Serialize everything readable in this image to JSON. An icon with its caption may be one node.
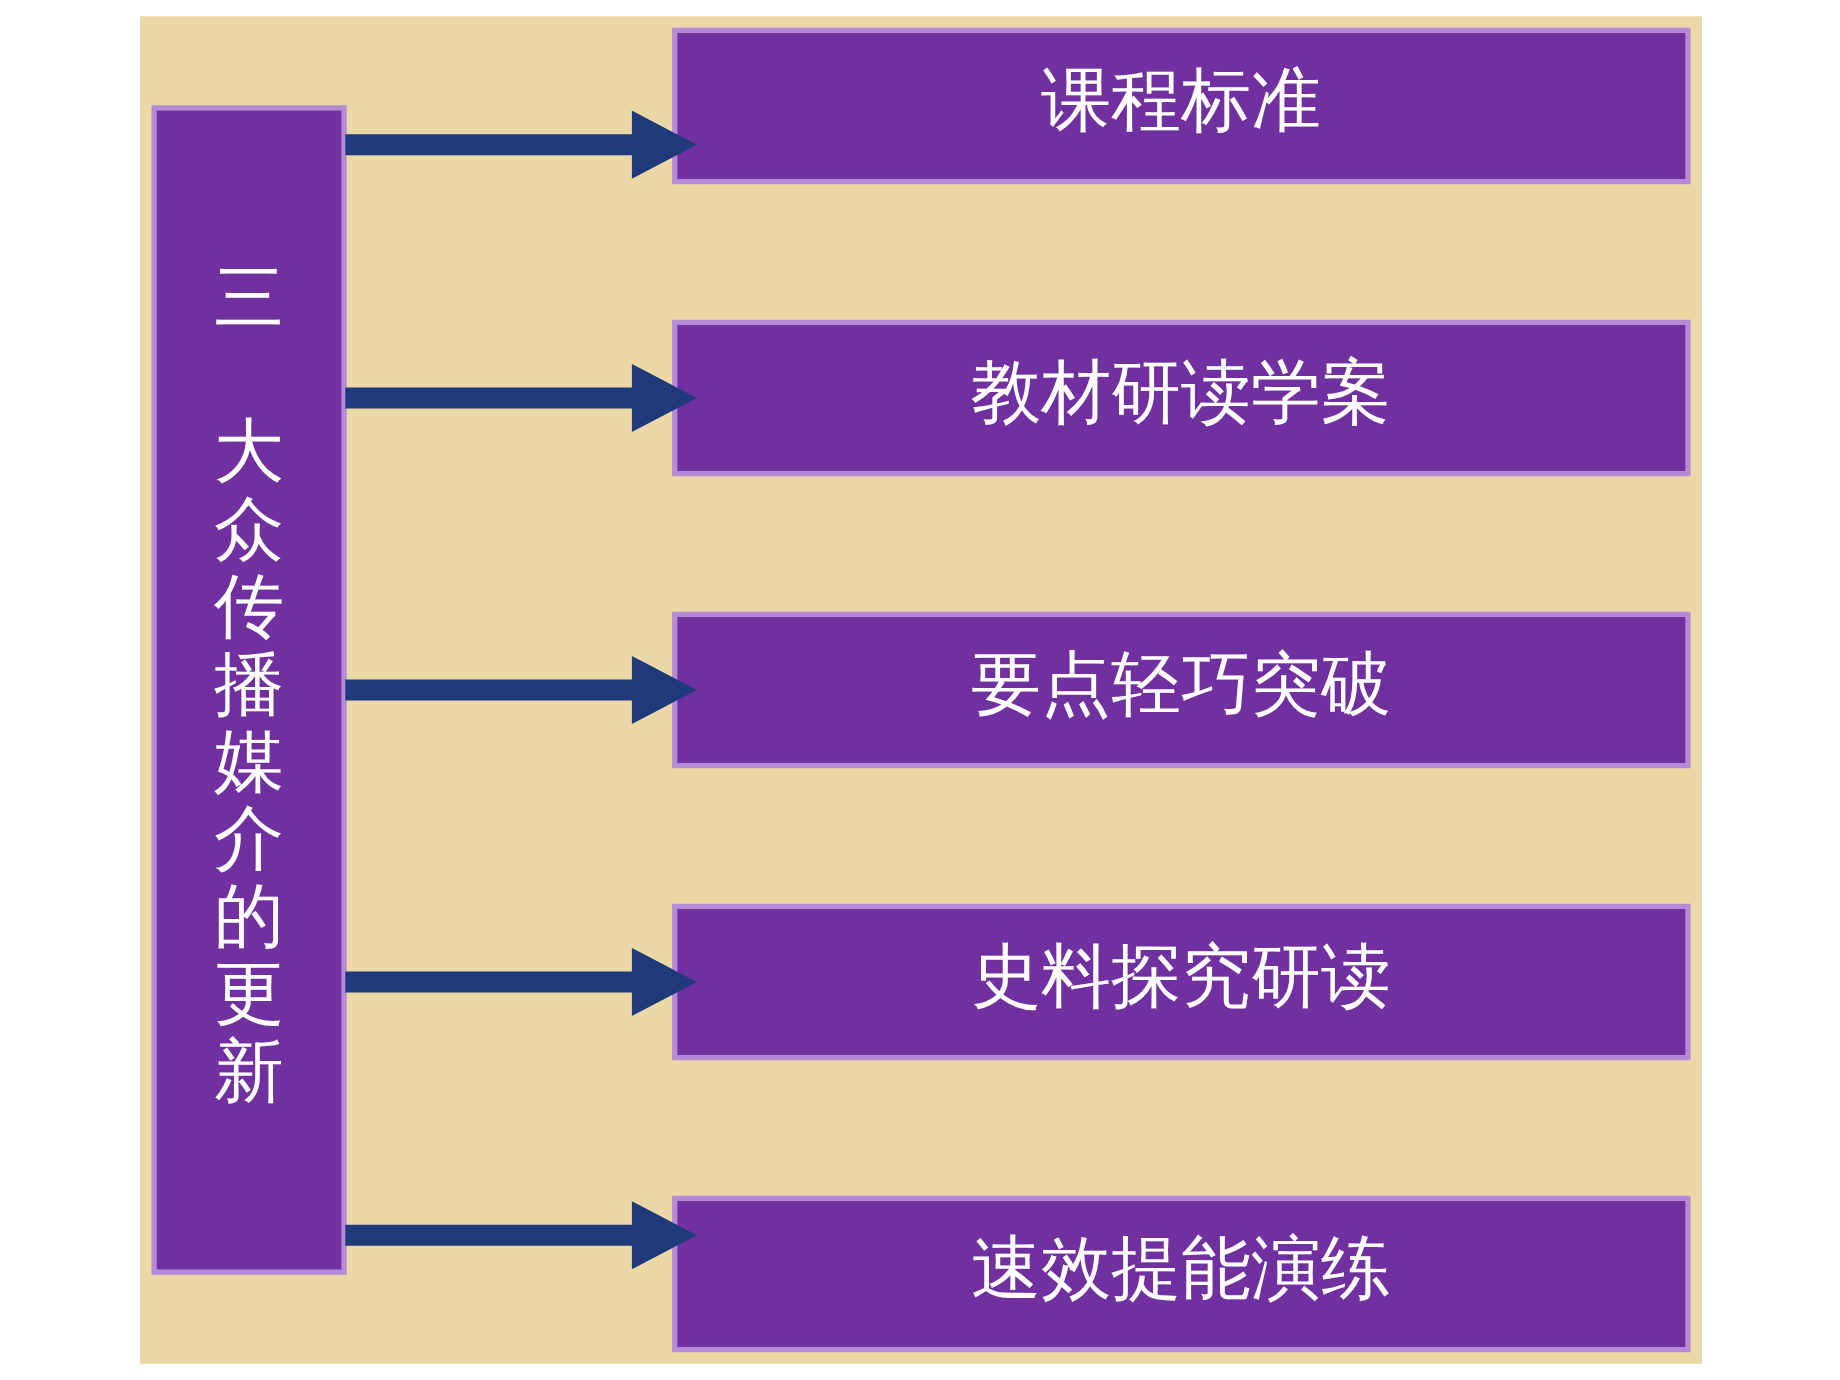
{
  "diagram": {
    "nodes": [
      {
        "text": [
          "三",
          "大众传播媒介的更新"
        ]
      },
      {
        "text": [
          "课程标准"
        ]
      },
      {
        "text": [
          "教材研读学案"
        ]
      },
      {
        "text": [
          "要点轻巧突破"
        ]
      },
      {
        "text": [
          "史料探究研读"
        ]
      },
      {
        "text": [
          "速效提能演练"
        ]
      }
    ],
    "edges": [
      {
        "from": 0,
        "to": 1,
        "arrow": "to"
      },
      {
        "from": 0,
        "to": 2,
        "arrow": "to"
      },
      {
        "from": 0,
        "to": 3,
        "arrow": "to"
      },
      {
        "from": 0,
        "to": 4,
        "arrow": "to"
      },
      {
        "from": 0,
        "to": 5,
        "arrow": "to"
      }
    ]
  }
}
